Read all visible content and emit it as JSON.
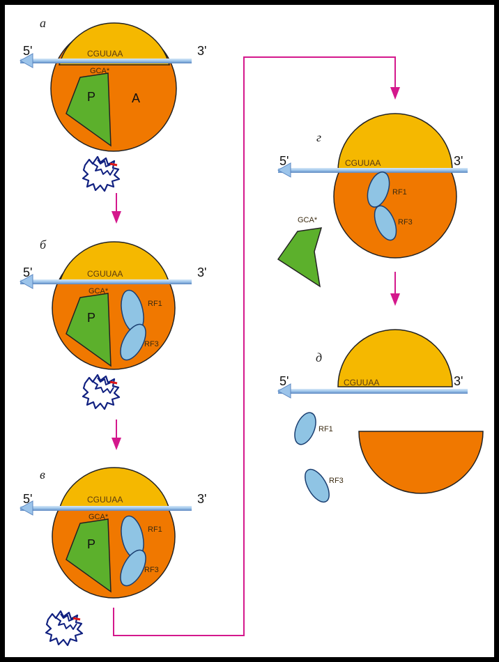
{
  "panels": [
    {
      "letter": "а",
      "five": "5'",
      "three": "3'",
      "codon": "CGUUAA",
      "anticodon": "GCA*",
      "p_site": "P",
      "a_site": "A"
    },
    {
      "letter": "б",
      "five": "5'",
      "three": "3'",
      "codon": "CGUUAA",
      "anticodon": "GCA*",
      "p_site": "P",
      "rf1": "RF1",
      "rf3": "RF3"
    },
    {
      "letter": "в",
      "five": "5'",
      "three": "3'",
      "codon": "CGUUAA",
      "anticodon": "GCA*",
      "p_site": "P",
      "rf1": "RF1",
      "rf3": "RF3"
    },
    {
      "letter": "г",
      "five": "5'",
      "three": "3'",
      "codon": "CGUUAA",
      "anticodon": "GCA*",
      "rf1": "RF1",
      "rf3": "RF3"
    },
    {
      "letter": "д",
      "five": "5'",
      "three": "3'",
      "codon": "CGUUAA",
      "rf1": "RF1",
      "rf3": "RF3"
    }
  ],
  "colors": {
    "small_subunit": "#f5b800",
    "large_subunit": "#f07800",
    "trna": "#5cb02c",
    "release_factor": "#8fc4e4",
    "mrna": "#9cc4ea",
    "flow_arrow": "#d4188c",
    "peptide": "#102080"
  }
}
